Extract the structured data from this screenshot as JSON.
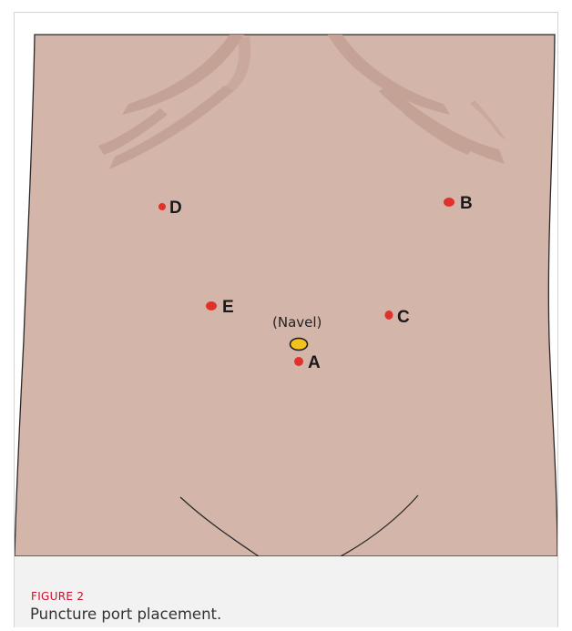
{
  "figure": {
    "label": "FIGURE 2",
    "caption": "Puncture port placement.",
    "colors": {
      "skin": "#d4b5a9",
      "rib": "#c4a195",
      "port": "#e0312b",
      "navel": "#f5c21b",
      "outline": "#2a2a2a",
      "label_accent": "#c8102e"
    }
  },
  "diagram": {
    "navel_label": "(Navel)",
    "ports": [
      {
        "id": "A",
        "label": "A"
      },
      {
        "id": "B",
        "label": "B"
      },
      {
        "id": "C",
        "label": "C"
      },
      {
        "id": "D",
        "label": "D"
      },
      {
        "id": "E",
        "label": "E"
      }
    ]
  }
}
